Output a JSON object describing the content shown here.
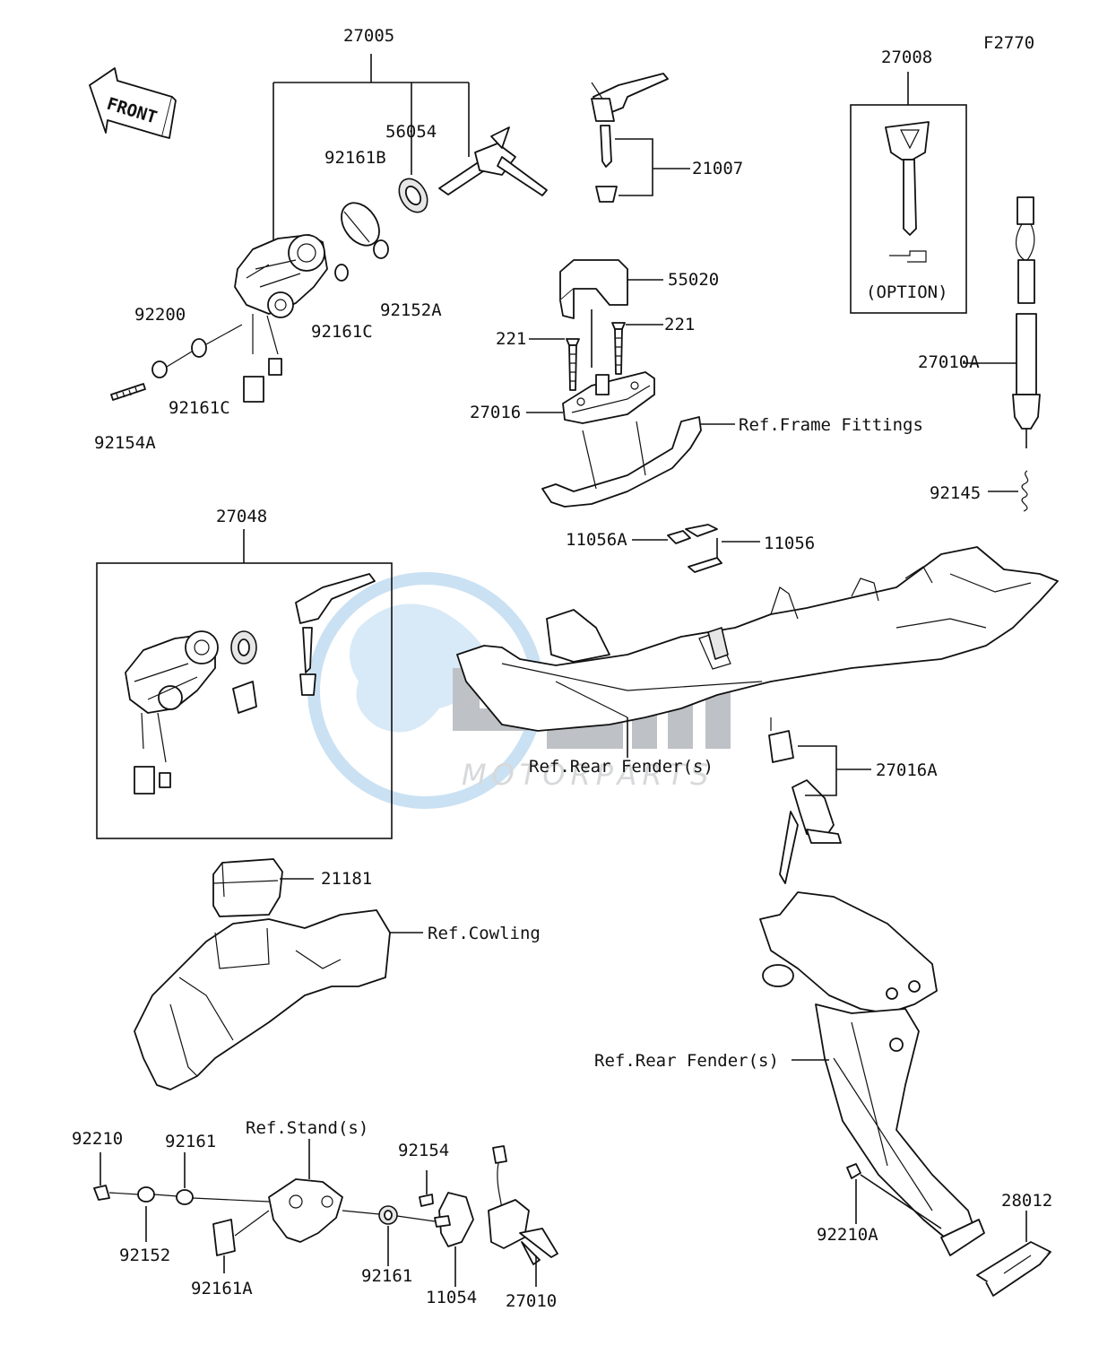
{
  "figure_code": "F2770",
  "front_arrow_text": "FRONT",
  "option_text": "(OPTION)",
  "watermark": {
    "brand": "CMS",
    "sub": "MOTORPARTS"
  },
  "callouts": [
    "27005",
    "56054",
    "92161B",
    "92152A",
    "92161C",
    "92200",
    "92161C",
    "92154A",
    "21007",
    "27008",
    "55020",
    "221",
    "221",
    "27016",
    "Ref.Frame Fittings",
    "27010A",
    "92145",
    "11056A",
    "11056",
    "27048",
    "Ref.Rear Fender(s)",
    "27016A",
    "21181",
    "Ref.Cowling",
    "Ref.Rear Fender(s)",
    "92210",
    "92161",
    "Ref.Stand(s)",
    "92154",
    "92152",
    "92161A",
    "92161",
    "11054",
    "27010",
    "92210A",
    "28012"
  ]
}
